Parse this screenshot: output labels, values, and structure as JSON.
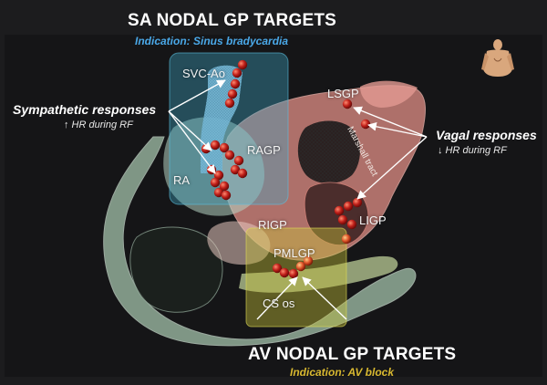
{
  "titles": {
    "sa_targets": "SA NODAL GP TARGETS",
    "sa_indication": "Indication: Sinus bradycardia",
    "av_targets": "AV NODAL  GP TARGETS",
    "av_indication": "Indication: AV block"
  },
  "responses": {
    "sympathetic_title": "Sympathetic responses",
    "sympathetic_sub": "↑ HR during RF",
    "vagal_title": "Vagal responses",
    "vagal_sub": "↓ HR during RF"
  },
  "anatomy_labels": {
    "svc_ao": "SVC-Ao",
    "ragp": "RAGP",
    "ra": "RA",
    "lsgp": "LSGP",
    "marshall_tract": "Marshall tract",
    "rigp": "RIGP",
    "ligp": "LIGP",
    "pmlgp": "PMLGP",
    "cs_os": "CS os"
  },
  "colors": {
    "background": "#1c1c1e",
    "sa_box": "#3fa7c9",
    "av_box": "#c8c43a",
    "sa_indication": "#4aa8e8",
    "av_indication": "#d8b830",
    "ablation_point": "#c0201a",
    "left_atrium": "#d98a82",
    "right_atrium": "#a9c8b0"
  },
  "icons": {
    "orientation": "torso-orientation-icon"
  }
}
